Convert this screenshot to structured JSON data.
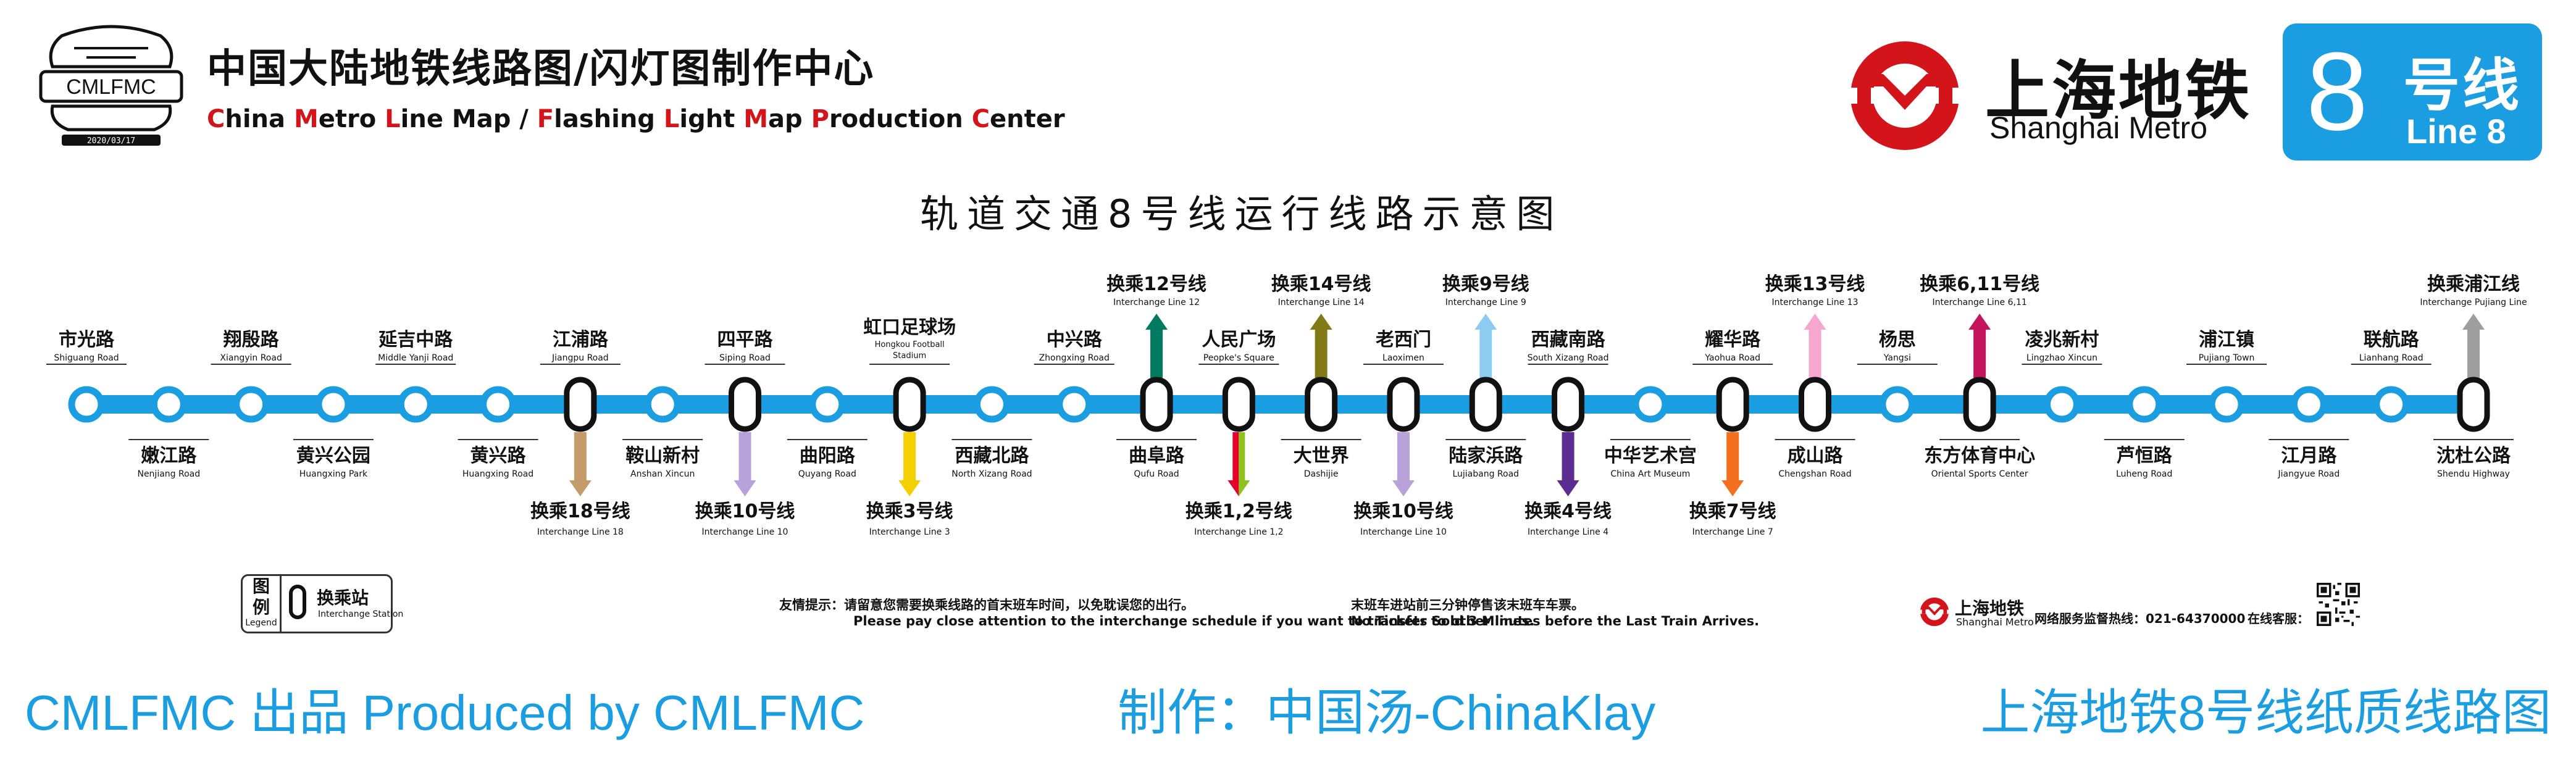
{
  "header": {
    "cml_logo_text": "CMLFMC",
    "cml_logo_date": "2020/03/17",
    "cml_title_cn": "中国大陆地铁线路图/闪灯图制作中心",
    "cml_title_en": [
      {
        "text": "C",
        "red": true
      },
      {
        "text": "hina ",
        "red": false
      },
      {
        "text": "M",
        "red": true
      },
      {
        "text": "etro ",
        "red": false
      },
      {
        "text": "L",
        "red": true
      },
      {
        "text": "ine Map / ",
        "red": false
      },
      {
        "text": "F",
        "red": true
      },
      {
        "text": "lashing ",
        "red": false
      },
      {
        "text": "L",
        "red": true
      },
      {
        "text": "ight ",
        "red": false
      },
      {
        "text": "M",
        "red": true
      },
      {
        "text": "ap ",
        "red": false
      },
      {
        "text": "P",
        "red": true
      },
      {
        "text": "roduction ",
        "red": false
      },
      {
        "text": "C",
        "red": true
      },
      {
        "text": "enter",
        "red": false
      }
    ],
    "metro_name_cn": "上海地铁",
    "metro_name_en": "Shanghai Metro",
    "line_number": "8",
    "line_label_cn": "号线",
    "line_label_en": "Line 8",
    "line_color": "#1a9ee1",
    "logo_red": "#d4141b"
  },
  "diagram_title": "轨道交通8号线运行线路示意图",
  "stations": [
    {
      "cn": "市光路",
      "en": "Shiguang Road",
      "pos": "top",
      "interchange": false
    },
    {
      "cn": "嫩江路",
      "en": "Nenjiang Road",
      "pos": "bottom",
      "interchange": false
    },
    {
      "cn": "翔殷路",
      "en": "Xiangyin Road",
      "pos": "top",
      "interchange": false
    },
    {
      "cn": "黄兴公园",
      "en": "Huangxing Park",
      "pos": "bottom",
      "interchange": false
    },
    {
      "cn": "延吉中路",
      "en": "Middle Yanji Road",
      "pos": "top",
      "interchange": false
    },
    {
      "cn": "黄兴路",
      "en": "Huangxing Road",
      "pos": "bottom",
      "interchange": false
    },
    {
      "cn": "江浦路",
      "en": "Jiangpu Road",
      "pos": "top",
      "interchange": true,
      "transfer": {
        "cn": "换乘18号线",
        "en": "Interchange Line 18",
        "side": "bottom",
        "colors": [
          "#c59b6b"
        ]
      }
    },
    {
      "cn": "鞍山新村",
      "en": "Anshan Xincun",
      "pos": "bottom",
      "interchange": false
    },
    {
      "cn": "四平路",
      "en": "Siping Road",
      "pos": "top",
      "interchange": true,
      "transfer": {
        "cn": "换乘10号线",
        "en": "Interchange Line 10",
        "side": "bottom",
        "colors": [
          "#b7a3d9"
        ]
      }
    },
    {
      "cn": "曲阳路",
      "en": "Quyang Road",
      "pos": "bottom",
      "interchange": false
    },
    {
      "cn": "虹口足球场",
      "en": "Hongkou Football Stadium",
      "pos": "top",
      "interchange": true,
      "transfer": {
        "cn": "换乘3号线",
        "en": "Interchange Line 3",
        "side": "bottom",
        "colors": [
          "#f5d000"
        ]
      }
    },
    {
      "cn": "西藏北路",
      "en": "North Xizang Road",
      "pos": "bottom",
      "interchange": false
    },
    {
      "cn": "中兴路",
      "en": "Zhongxing Road",
      "pos": "top",
      "interchange": false
    },
    {
      "cn": "曲阜路",
      "en": "Qufu Road",
      "pos": "bottom",
      "interchange": true,
      "transfer": {
        "cn": "换乘12号线",
        "en": "Interchange Line 12",
        "side": "top",
        "colors": [
          "#007b5f"
        ]
      }
    },
    {
      "cn": "人民广场",
      "en": "Peopke's Square",
      "pos": "top",
      "interchange": true,
      "transfer": {
        "cn": "换乘1,2号线",
        "en": "Interchange Line 1,2",
        "side": "bottom",
        "colors": [
          "#e3002b",
          "#8cc220"
        ]
      }
    },
    {
      "cn": "大世界",
      "en": "Dashijie",
      "pos": "bottom",
      "interchange": true,
      "transfer": {
        "cn": "换乘14号线",
        "en": "Interchange Line 14",
        "side": "top",
        "colors": [
          "#827a17"
        ]
      }
    },
    {
      "cn": "老西门",
      "en": "Laoximen",
      "pos": "top",
      "interchange": true,
      "transfer": {
        "cn": "换乘10号线",
        "en": "Interchange Line 10",
        "side": "bottom",
        "colors": [
          "#b7a3d9"
        ]
      }
    },
    {
      "cn": "陆家浜路",
      "en": "Lujiabang Road",
      "pos": "bottom",
      "interchange": true,
      "transfer": {
        "cn": "换乘9号线",
        "en": "Interchange Line 9",
        "side": "top",
        "colors": [
          "#8ecbf0"
        ]
      }
    },
    {
      "cn": "西藏南路",
      "en": "South Xizang Road",
      "pos": "top",
      "interchange": true,
      "transfer": {
        "cn": "换乘4号线",
        "en": "Interchange Line 4",
        "side": "bottom",
        "colors": [
          "#5c2d91"
        ]
      }
    },
    {
      "cn": "中华艺术宫",
      "en": "China Art Museum",
      "pos": "bottom",
      "interchange": false
    },
    {
      "cn": "耀华路",
      "en": "Yaohua Road",
      "pos": "top",
      "interchange": true,
      "transfer": {
        "cn": "换乘7号线",
        "en": "Interchange Line 7",
        "side": "bottom",
        "colors": [
          "#f37021"
        ]
      }
    },
    {
      "cn": "成山路",
      "en": "Chengshan Road",
      "pos": "bottom",
      "interchange": true,
      "transfer": {
        "cn": "换乘13号线",
        "en": "Interchange Line 13",
        "side": "top",
        "colors": [
          "#f5a7d0"
        ]
      }
    },
    {
      "cn": "杨思",
      "en": "Yangsi",
      "pos": "top",
      "interchange": false
    },
    {
      "cn": "东方体育中心",
      "en": "Oriental Sports Center",
      "pos": "bottom",
      "interchange": true,
      "transfer": {
        "cn": "换乘6,11号线",
        "en": "Interchange Line 6,11",
        "side": "top",
        "colors": [
          "#c4155c"
        ]
      }
    },
    {
      "cn": "凌兆新村",
      "en": "Lingzhao Xincun",
      "pos": "top",
      "interchange": false
    },
    {
      "cn": "芦恒路",
      "en": "Luheng Road",
      "pos": "bottom",
      "interchange": false
    },
    {
      "cn": "浦江镇",
      "en": "Pujiang Town",
      "pos": "top",
      "interchange": false
    },
    {
      "cn": "江月路",
      "en": "Jiangyue Road",
      "pos": "bottom",
      "interchange": false
    },
    {
      "cn": "联航路",
      "en": "Lianhang Road",
      "pos": "top",
      "interchange": false
    },
    {
      "cn": "沈杜公路",
      "en": "Shendu Highway",
      "pos": "bottom",
      "interchange": true,
      "transfer": {
        "cn": "换乘浦江线",
        "en": "Interchange Pujiang Line",
        "side": "top",
        "colors": [
          "#9e9e9e"
        ]
      }
    }
  ],
  "legend": {
    "tag_cn_1": "图",
    "tag_cn_2": "例",
    "tag_en": "Legend",
    "interchange_cn": "换乘站",
    "interchange_en": "Interchange Station"
  },
  "notice": {
    "line1": "友情提示：请留意您需要换乘线路的首末班车时间，以免耽误您的出行。",
    "line2": "Please pay close attention to the interchange schedule if you want to transfer to other lines.",
    "line3": "末班车进站前三分钟停售该末班车车票。",
    "line4": "No Tickets Sold 3 Minutes before the Last Train Arrives."
  },
  "footer_info": {
    "metro_cn": "上海地铁",
    "metro_en": "Shanghai Metro",
    "service": "网络服务监督热线：021-64370000",
    "online": "在线客服："
  },
  "credits": {
    "left": "CMLFMC 出品 Produced by CMLFMC",
    "middle": "制作：中国汤-ChinaKlay",
    "right": "上海地铁8号线纸质线路图"
  }
}
